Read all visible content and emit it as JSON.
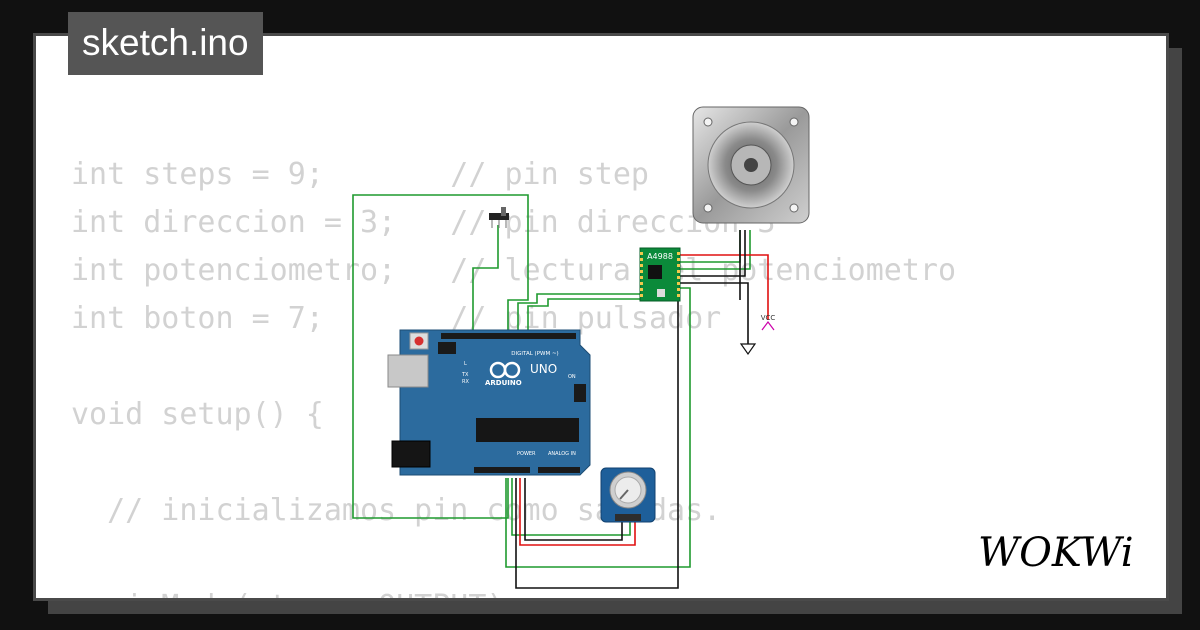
{
  "title": "sketch.ino",
  "code_lines": [
    "int steps = 9;       // pin step",
    "int direccion = 3;   // pin direccion 3",
    "int potenciometro;   // lectura del potenciometro",
    "int boton = 7;       // pin pulsador",
    "",
    "void setup() {",
    "",
    "  // inicializamos pin como salidas.",
    "",
    "  pinMode(steps, OUTPUT);"
  ],
  "board": {
    "model": "UNO",
    "brand": "ARDUINO",
    "digital_label": "DIGITAL (PWM ~)",
    "analog_label": "ANALOG IN",
    "power_label": "POWER",
    "on_label": "ON",
    "tx_label": "TX",
    "rx_label": "RX",
    "l_label": "L"
  },
  "driver": {
    "label": "A4988"
  },
  "vcc_label": "VCC",
  "logo": "WOKWi",
  "colors": {
    "board_blue": "#2c6b9e",
    "wire_green": "#1f9a2f",
    "wire_red": "#e01010",
    "wire_black": "#111111",
    "driver_green": "#0b8a3a"
  }
}
